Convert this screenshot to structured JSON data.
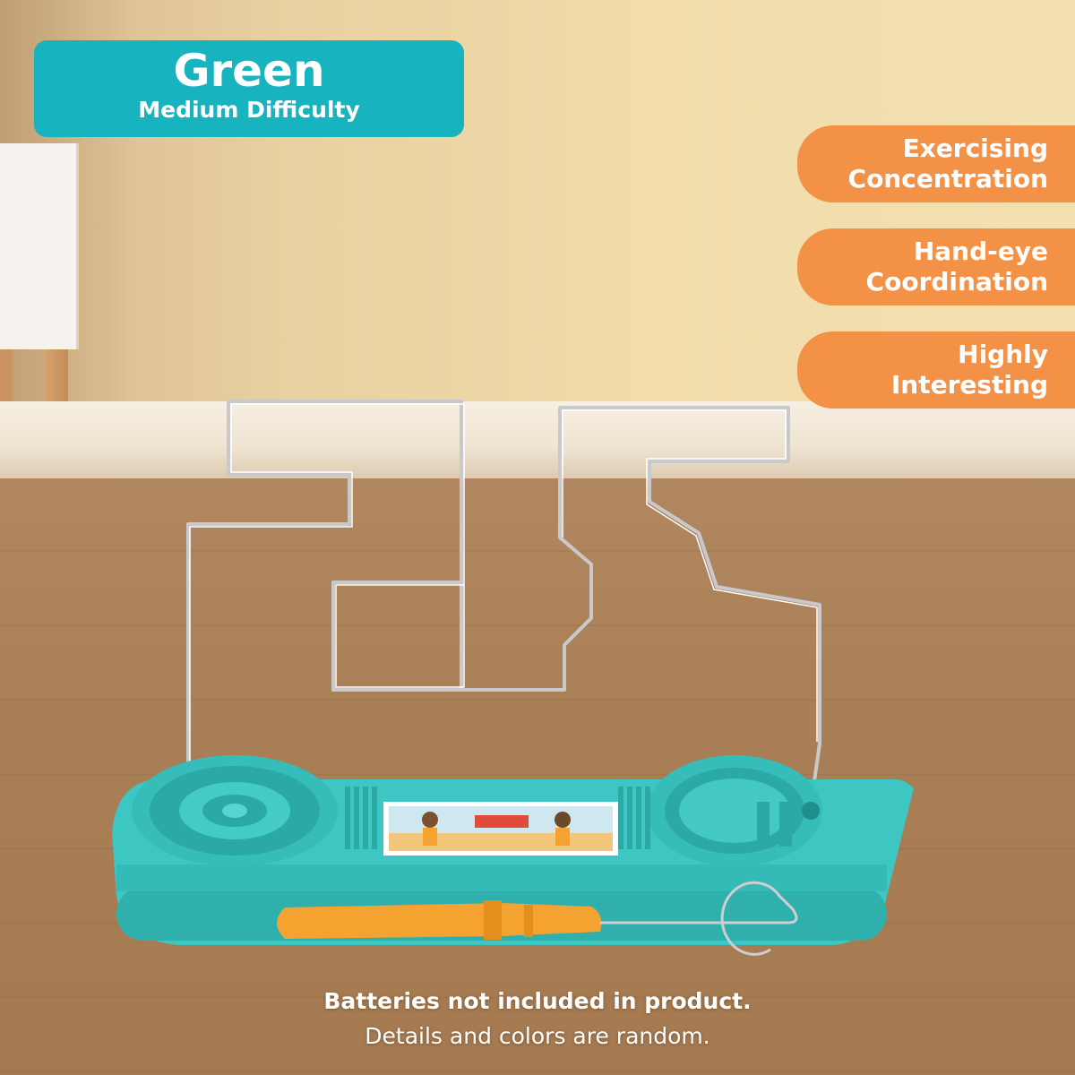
{
  "badge": {
    "color_name": "Green",
    "difficulty": "Medium Difficulty",
    "bg_color": "#17b3be"
  },
  "features": [
    {
      "line1": "Exercising",
      "line2": "Concentration"
    },
    {
      "line1": "Hand-eye",
      "line2": "Coordination"
    },
    {
      "line1": "Highly",
      "line2": "Interesting"
    }
  ],
  "feature_color": "#f39246",
  "footer": {
    "line1": "Batteries not included in product.",
    "line2": "Details and colors are random."
  },
  "toy": {
    "base_color": "#3ec6c2",
    "handle_color": "#f5a330",
    "icons": [
      "maze-wire-icon",
      "toy-base-icon",
      "wand-handle-icon",
      "picture-panel-icon"
    ]
  }
}
